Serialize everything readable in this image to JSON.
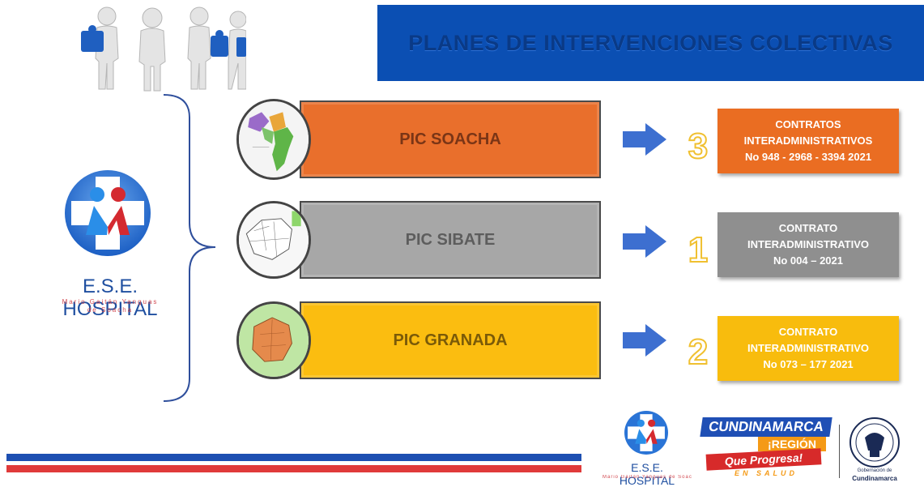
{
  "header": {
    "title": "PLANES DE INTERVENCIONES COLECTIVAS"
  },
  "org": {
    "name": "E.S.E. HOSPITAL",
    "subtitle_line1": "Mario Gaitán Yanguas",
    "subtitle_line2": "de Soacha"
  },
  "rows": [
    {
      "label": "PIC SOACHA",
      "count": "3",
      "contract_line1": "CONTRATOS",
      "contract_line2": "INTERADMINISTRATIVOS",
      "contract_line3": "No 948 - 2968 -  3394 2021",
      "color": "#e96f2c",
      "contract_color": "#ea6d22"
    },
    {
      "label": "PIC SIBATE",
      "count": "1",
      "contract_line1": "CONTRATO",
      "contract_line2": "INTERADMINISTRATIVO",
      "contract_line3": "No 004 – 2021",
      "color": "#a7a7a7",
      "contract_color": "#8f8f8f"
    },
    {
      "label": "PIC GRANADA",
      "count": "2",
      "contract_line1": "CONTRATO",
      "contract_line2": "INTERADMINISTRATIVO",
      "contract_line3": "No 073 – 177 2021",
      "color": "#fbbd10",
      "contract_color": "#f8bc0d"
    }
  ],
  "footer": {
    "org_name": "E.S.E. HOSPITAL",
    "org_sub": "Mario Gaitán Yanguas de Soacha",
    "region_line1": "CUNDINAMARCA",
    "region_line2": "¡REGIÓN",
    "region_line3": "Que Progresa!",
    "region_line4": "EN SALUD",
    "gov_line1": "Gobernación de",
    "gov_line2": "Cundinamarca"
  },
  "colors": {
    "title_bg": "#0b4fb3",
    "title_text": "#0a3a86",
    "brace": "#2f4f9c",
    "arrow": "#3d6fd0",
    "stripe_blue": "#1d4fb2",
    "stripe_red": "#e03a3a"
  },
  "icons": [
    "people-puzzle-illustration",
    "hospital-logo-icon",
    "map-soacha-icon",
    "map-sibate-icon",
    "map-granada-icon",
    "right-arrow-icon",
    "government-seal-icon"
  ]
}
